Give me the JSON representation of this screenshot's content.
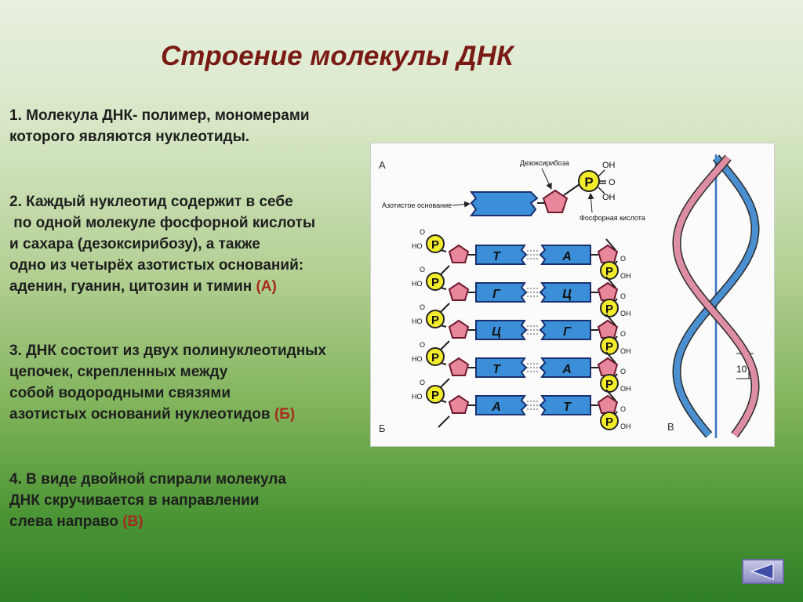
{
  "title": "Строение молекулы ДНК",
  "points": [
    {
      "text": "1. Молекула ДНК- полимер, мономерами\nкоторого являются нуклеотиды.",
      "ref": ""
    },
    {
      "text": "2. Каждый нуклеотид содержит в себе\n по одной молекуле фосфорной кислоты\nи сахара (дезоксирибозу), а также\nодно из четырёх азотистых оснований:\nаденин, гуанин, цитозин и тимин ",
      "ref": "(А)"
    },
    {
      "text": "3. ДНК состоит из двух полинуклеотидных\nцепочек, скрепленных между\nсобой водородными связями\nазотистых оснований нуклеотидов ",
      "ref": "(Б)"
    },
    {
      "text": "4. В виде двойной спирали молекула\nДНК скручивается в направлении\nслева направо ",
      "ref": "(В)"
    }
  ],
  "figure": {
    "label_a": "А",
    "label_b": "Б",
    "label_v": "В",
    "deoxyribose": "Дезоксирибоза",
    "nitrogen_base": "Азотистое основание",
    "phosphoric_acid": "Фосфорная кислота",
    "phosphate": "P",
    "oh": "OH",
    "ho": "HO",
    "o": "O",
    "spacing": "10 Å",
    "pairs": [
      {
        "left": "Т",
        "right": "А"
      },
      {
        "left": "Г",
        "right": "Ц"
      },
      {
        "left": "Ц",
        "right": "Г"
      },
      {
        "left": "Т",
        "right": "А"
      },
      {
        "left": "А",
        "right": "Т"
      }
    ]
  },
  "colors": {
    "title": "#7a1a14",
    "reference": "#a52a1f",
    "base": "#3b8fd9",
    "sugar": "#e8879c",
    "phosphate": "#f3ec2b",
    "helix_blue": "#4a8fd0",
    "helix_pink": "#de8ea3"
  },
  "icons": {
    "nav": "back-arrow-icon"
  }
}
